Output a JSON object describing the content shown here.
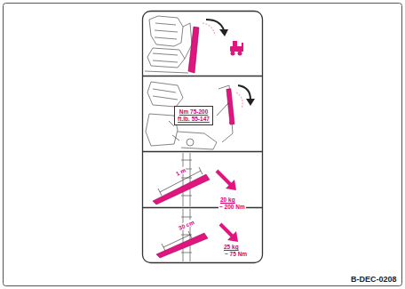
{
  "diagram": {
    "caption": "B-DEC-0208",
    "nodes": [
      {
        "text": [
          "Nm 75-200",
          "ft.lb. 55-147"
        ]
      }
    ],
    "labels": [
      "1 m",
      "20 kg",
      "~ 200 Nm",
      "30 cm",
      "25 kg",
      "~ 75 Nm"
    ]
  }
}
